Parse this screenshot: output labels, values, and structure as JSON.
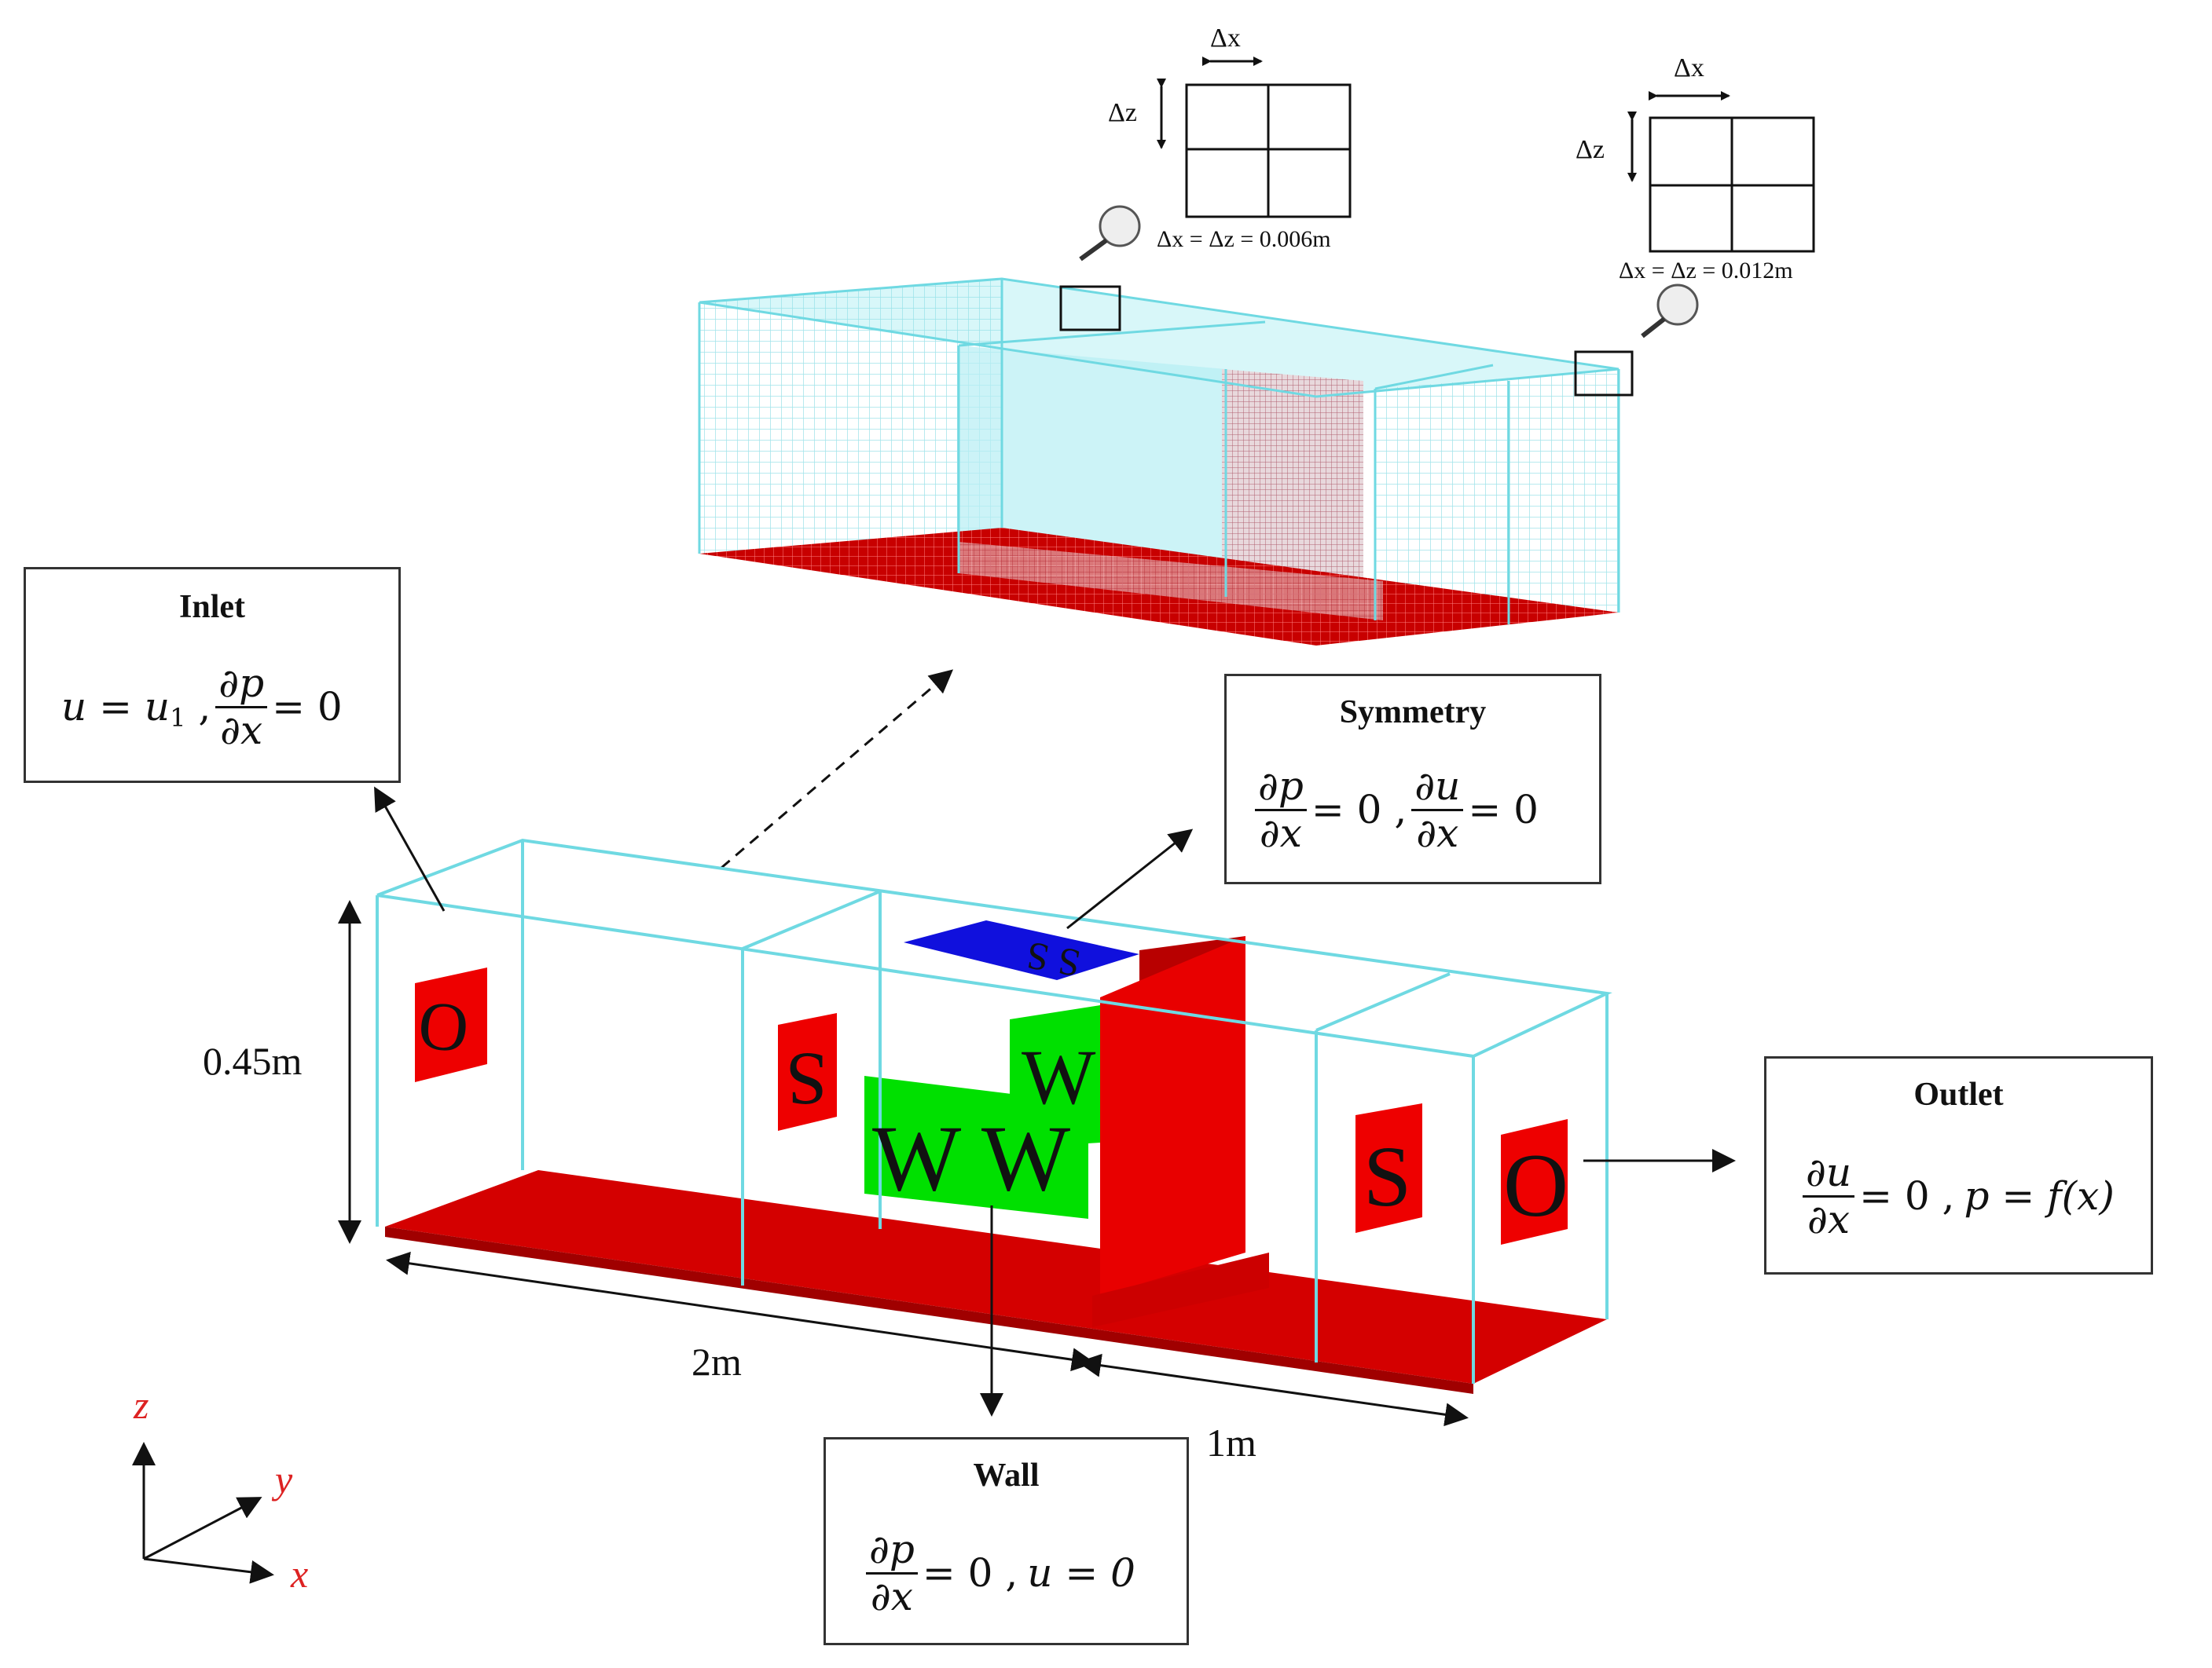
{
  "boundary": {
    "inlet": {
      "title": "Inlet",
      "eq_lhs": "u",
      "eq_rhs1": "u",
      "eq_sub": "1",
      "frac_num": "∂p",
      "frac_den": "∂x",
      "eq_tail": "= 0"
    },
    "symmetry": {
      "title": "Symmetry",
      "frac1_num": "∂p",
      "frac1_den": "∂x",
      "mid": "= 0 ,",
      "frac2_num": "∂u",
      "frac2_den": "∂x",
      "tail": "= 0"
    },
    "outlet": {
      "title": "Outlet",
      "frac_num": "∂u",
      "frac_den": "∂x",
      "mid": "= 0 ,",
      "rhs": "p = f(x)"
    },
    "wall": {
      "title": "Wall",
      "frac_num": "∂p",
      "frac_den": "∂x",
      "mid": "= 0 ,",
      "rhs": "u = 0"
    }
  },
  "dimensions": {
    "height": "0.45m",
    "length_upstream": "2m",
    "length_downstream": "1m"
  },
  "mesh_insets": {
    "fine": {
      "dx": "Δx",
      "dz": "Δz",
      "caption": "Δx = Δz = 0.006m"
    },
    "coarse": {
      "dx": "Δx",
      "dz": "Δz",
      "caption": "Δx = Δz = 0.012m"
    }
  },
  "patch_letters": {
    "inlet": "O",
    "side_left": "S",
    "wall_big": "W  W",
    "wall_small": "W",
    "side_right": "S",
    "outlet": "O",
    "top": "S S"
  },
  "axes": {
    "z": "z",
    "y": "y",
    "x": "x"
  },
  "colors": {
    "wireframe": "#7ee0e8",
    "floor": "#d40000",
    "patch_red": "#ee0000",
    "wall_green": "#00e000",
    "symmetry_blue": "#1010dd",
    "mesh_cyan": "#c9f4f6"
  }
}
